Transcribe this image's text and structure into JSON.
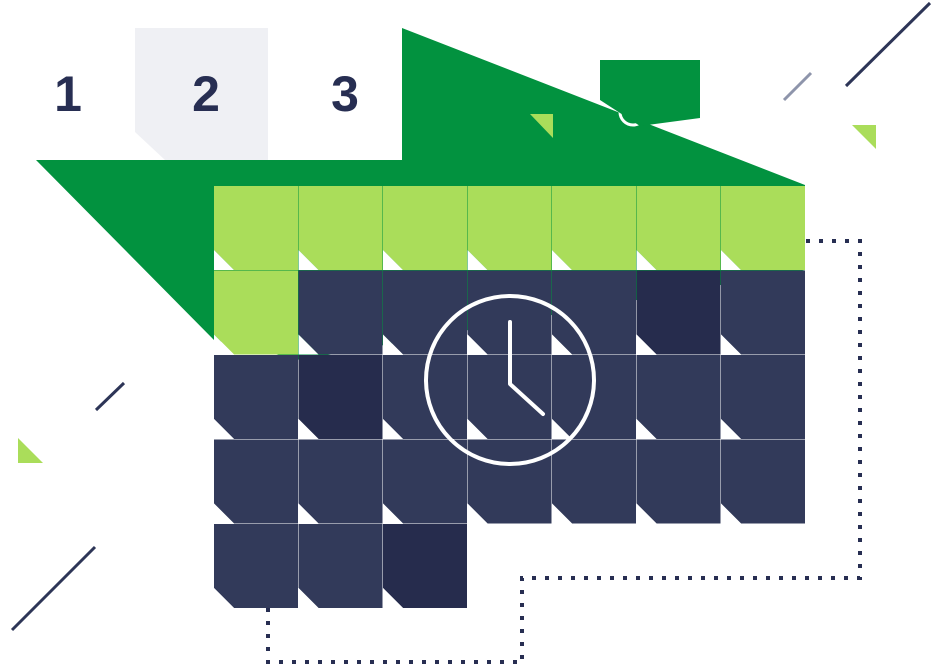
{
  "steps": [
    "1",
    "2",
    "3"
  ],
  "colors": {
    "brand_green": "#02923f",
    "light_green": "#aadd5a",
    "navy": "#323a5a",
    "dark_navy": "#262c4d",
    "tab_gray": "#eff0f4",
    "dots": "#272e52",
    "line": "#2d3557",
    "light_line": "#8e95ab",
    "clock_stroke": "#ffffff"
  },
  "grid": {
    "columns": 7,
    "rows": 5,
    "cells": [
      [
        "light",
        "light",
        "light",
        "light",
        "light",
        "light",
        "light"
      ],
      [
        "light",
        "navy",
        "navy",
        "navy",
        "navy",
        "dark",
        "navy"
      ],
      [
        "navy",
        "dark",
        "navy",
        "navy",
        "navy",
        "navy",
        "navy"
      ],
      [
        "navy",
        "navy",
        "navy",
        "navy",
        "navy",
        "navy",
        "navy"
      ],
      [
        "navy",
        "navy",
        "dark",
        null,
        null,
        null,
        null
      ]
    ]
  },
  "icons": {
    "clock": "clock-icon"
  }
}
